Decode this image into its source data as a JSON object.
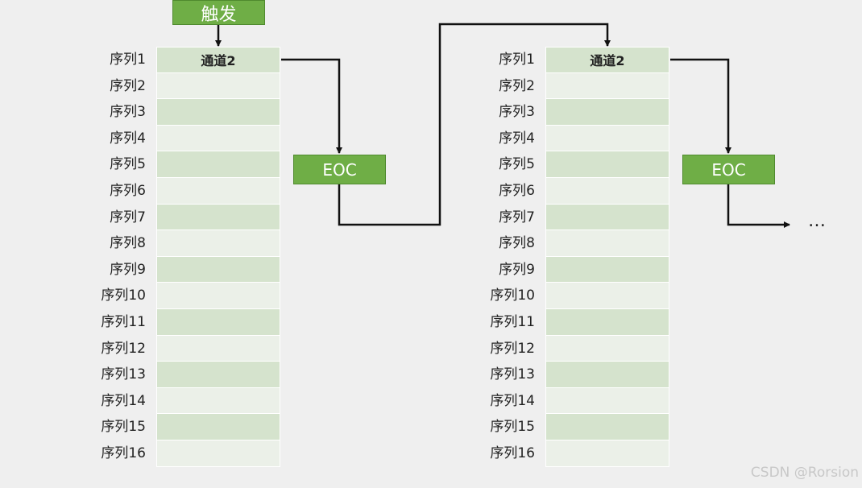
{
  "trigger_label": "触发",
  "eoc_label": "EOC",
  "channel_label": "通道2",
  "sequence_labels": [
    "序列1",
    "序列2",
    "序列3",
    "序列4",
    "序列5",
    "序列6",
    "序列7",
    "序列8",
    "序列9",
    "序列10",
    "序列11",
    "序列12",
    "序列13",
    "序列14",
    "序列15",
    "序列16"
  ],
  "continuation": "…",
  "watermark": "CSDN @Rorsion",
  "colors": {
    "box_fill": "#6fae46",
    "cell_dark": "#d5e3cd",
    "cell_light": "#ebf0e8",
    "arrow": "#111111",
    "background": "#efefef"
  }
}
